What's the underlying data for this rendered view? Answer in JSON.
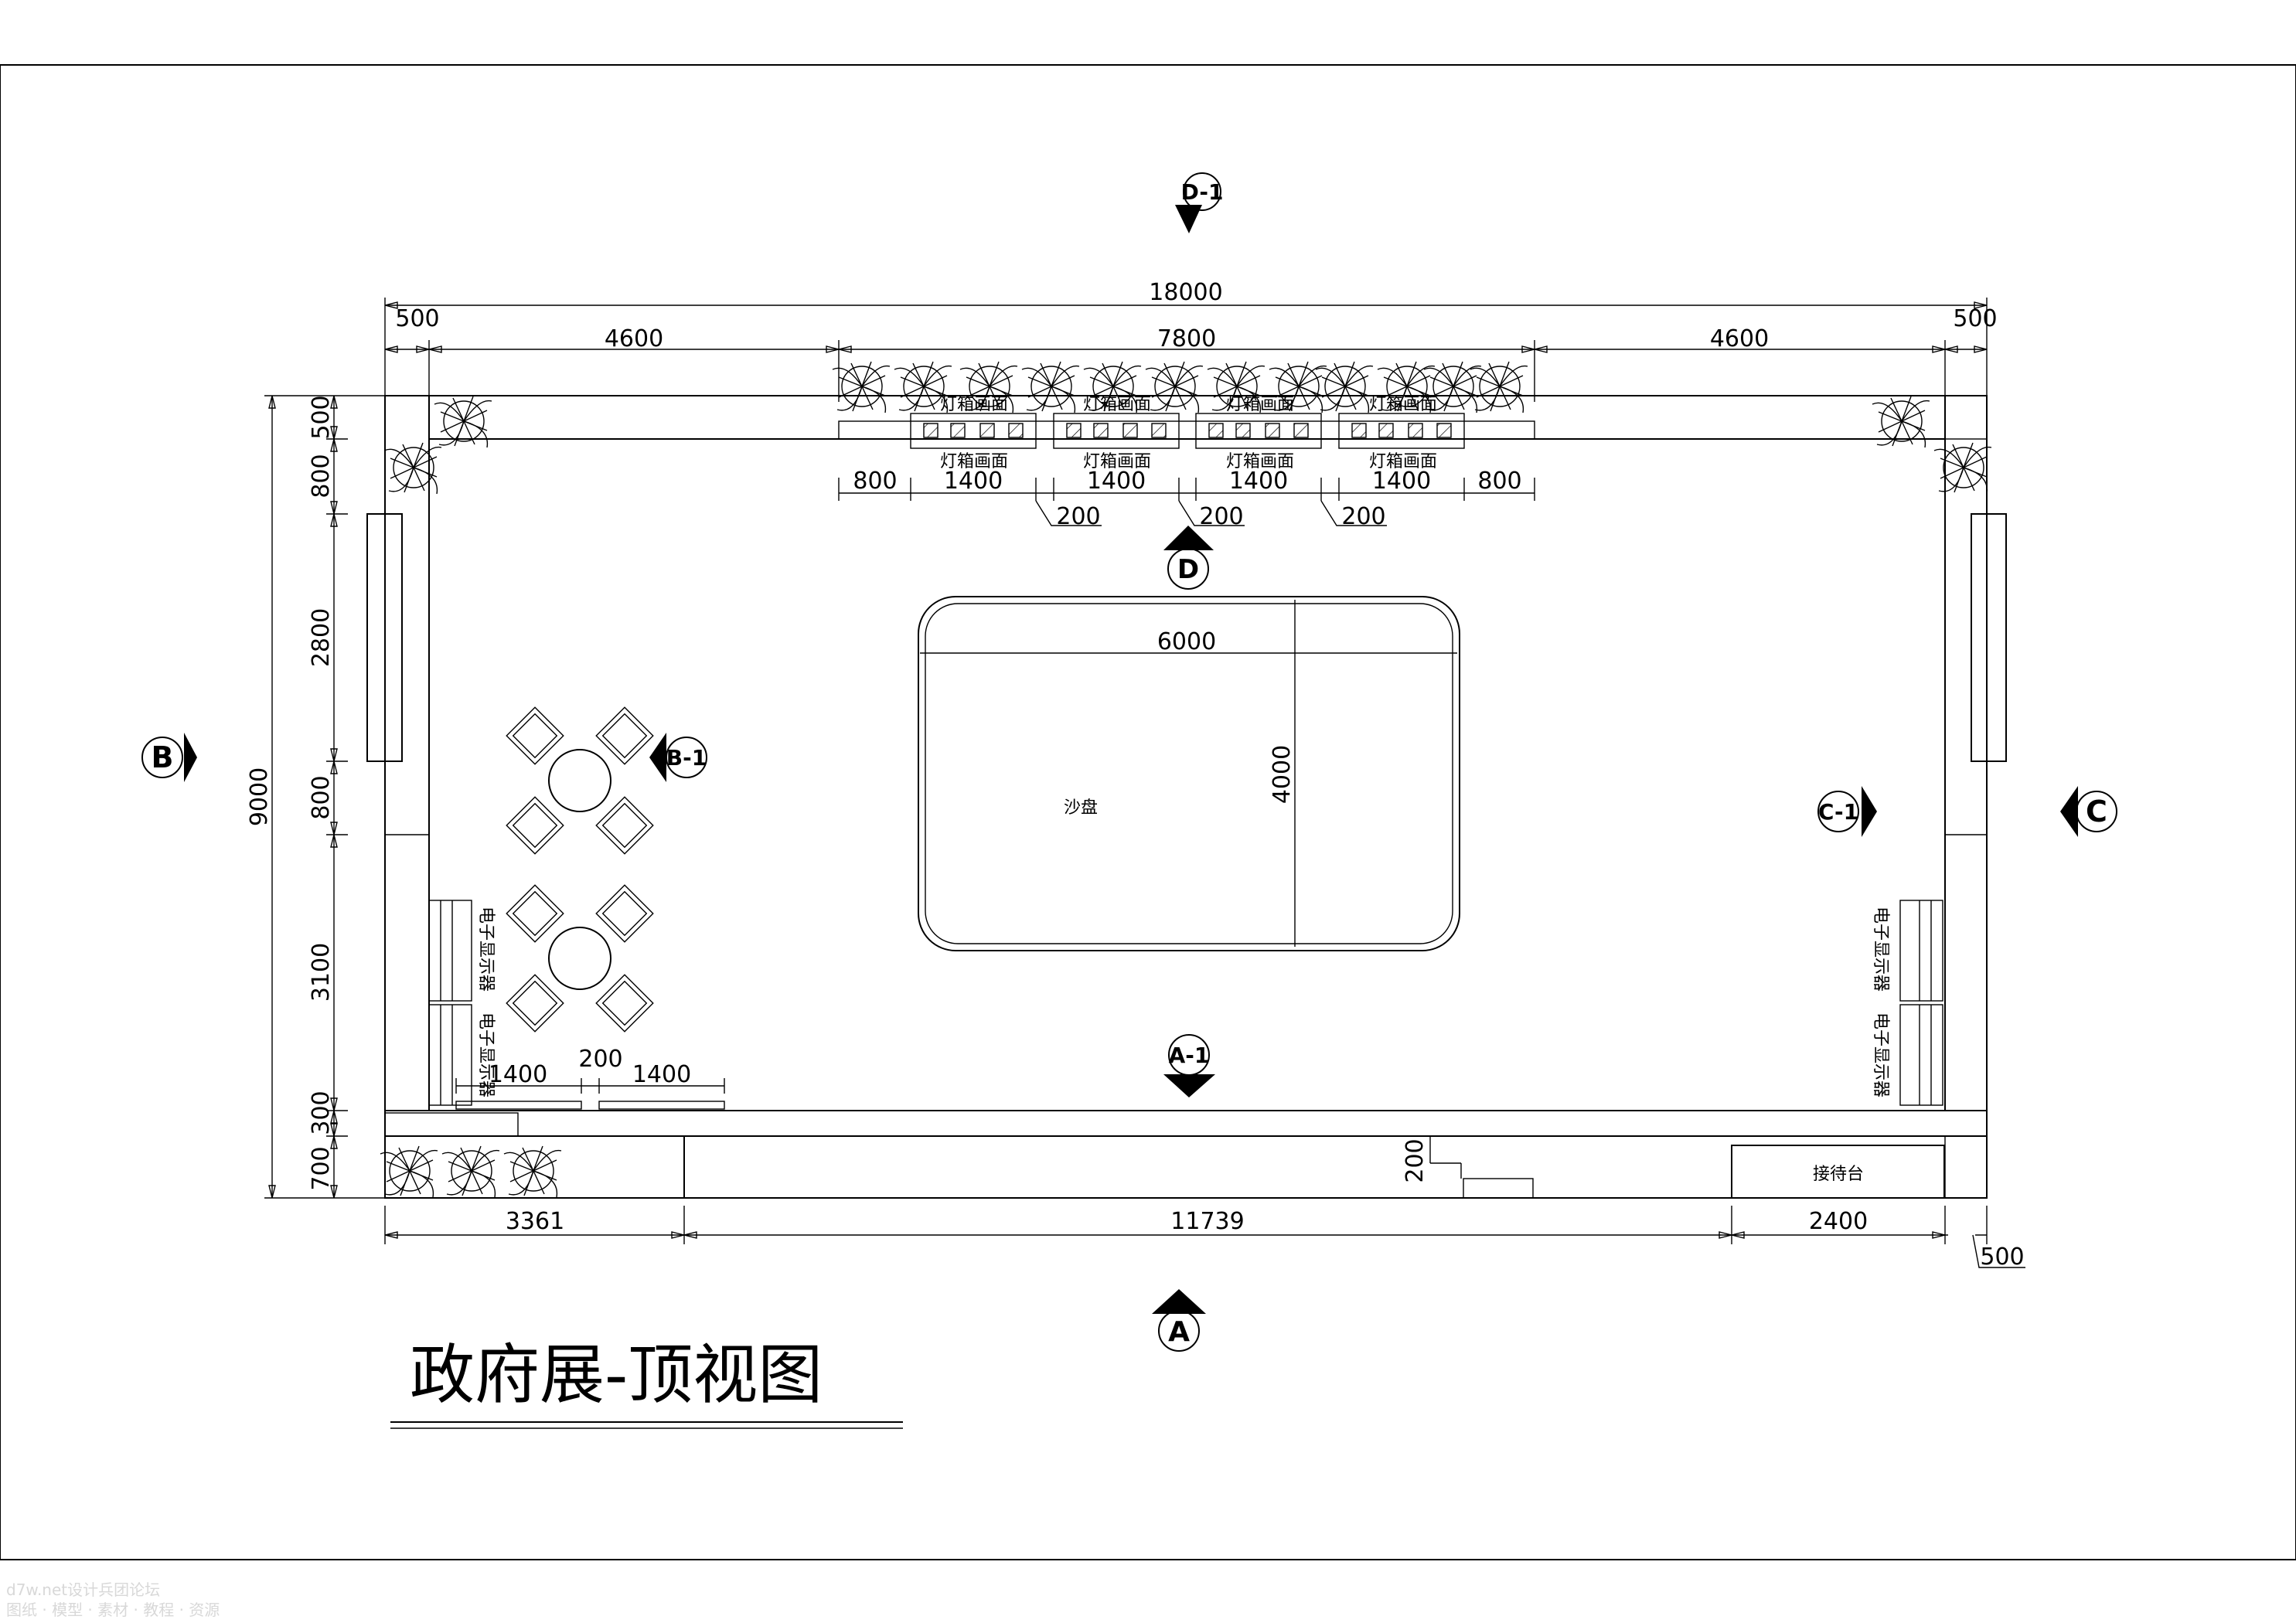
{
  "title": "政府展-顶视图",
  "labels": {
    "sand_table": "沙盘",
    "lightbox": "灯箱画面",
    "display": "电子显示器",
    "reception": "接待台"
  },
  "markers": {
    "a": "A",
    "a1": "A-1",
    "b": "B",
    "b1": "B-1",
    "c": "C",
    "c1": "C-1",
    "d": "D",
    "d1": "D-1"
  },
  "dims": {
    "overall_w": "18000",
    "top_500_l": "500",
    "top_4600_l": "4600",
    "top_7800": "7800",
    "top_4600_r": "4600",
    "top_500_r": "500",
    "lb_800_l": "800",
    "lb_1400_1": "1400",
    "lb_1400_2": "1400",
    "lb_1400_3": "1400",
    "lb_1400_4": "1400",
    "lb_800_r": "800",
    "gap_200_1": "200",
    "gap_200_2": "200",
    "gap_200_3": "200",
    "overall_h": "9000",
    "left_500": "500",
    "left_800_a": "800",
    "left_2800": "2800",
    "left_800_b": "800",
    "left_3100": "3100",
    "left_300": "300",
    "left_700": "700",
    "sand_w": "6000",
    "sand_h": "4000",
    "tab_1400_l": "1400",
    "tab_200": "200",
    "tab_1400_r": "1400",
    "recep_200": "200",
    "bot_3361": "3361",
    "bot_11739": "11739",
    "bot_2400": "2400",
    "bot_500": "500"
  },
  "watermark": {
    "line1": "d7w.net设计兵团论坛",
    "line2": "图纸 · 模型 · 素材 · 教程 · 资源"
  }
}
